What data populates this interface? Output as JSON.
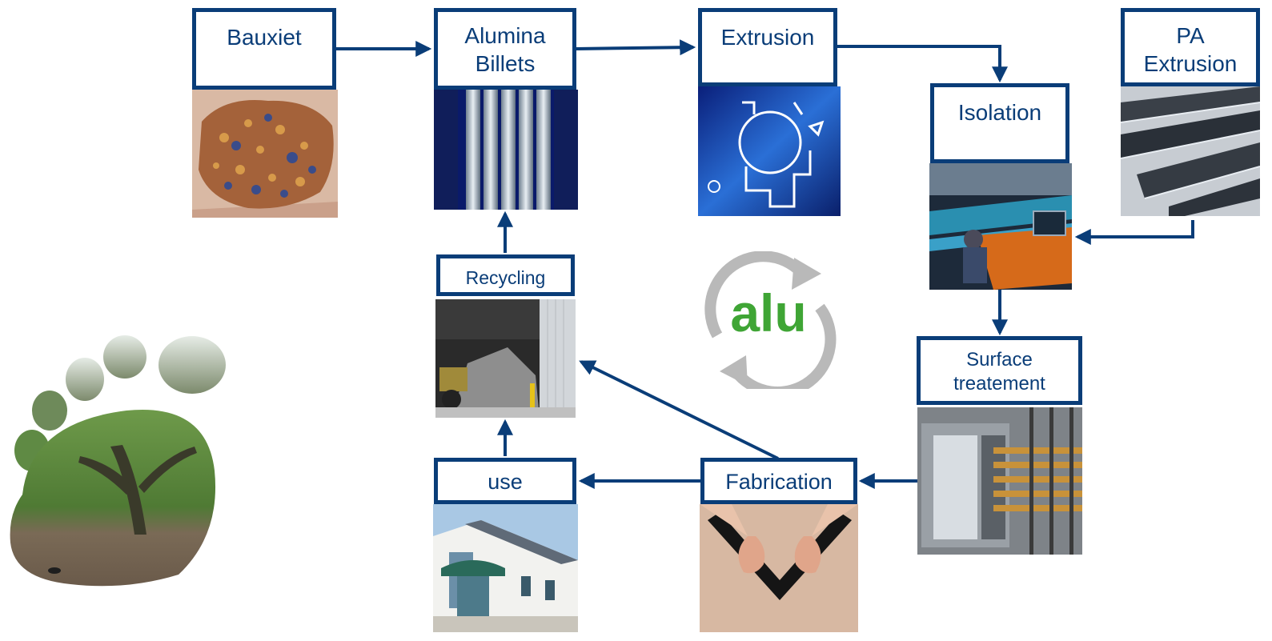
{
  "steps": {
    "bauxite": "Bauxiet",
    "alumina_line1": "Alumina",
    "alumina_line2": "Billets",
    "extrusion": "Extrusion",
    "isolation": "Isolation",
    "pa_line1": "PA",
    "pa_line2": "Extrusion",
    "recycling": "Recycling",
    "surface_line1": "Surface",
    "surface_line2": "treatement",
    "fabrication": "Fabrication",
    "use": "use"
  },
  "logo": {
    "text": "alu"
  },
  "colors": {
    "box_border": "#0a3d78",
    "arrow": "#0a3d78",
    "logo_green": "#3fa535",
    "logo_ring": "#b9b9b9"
  }
}
